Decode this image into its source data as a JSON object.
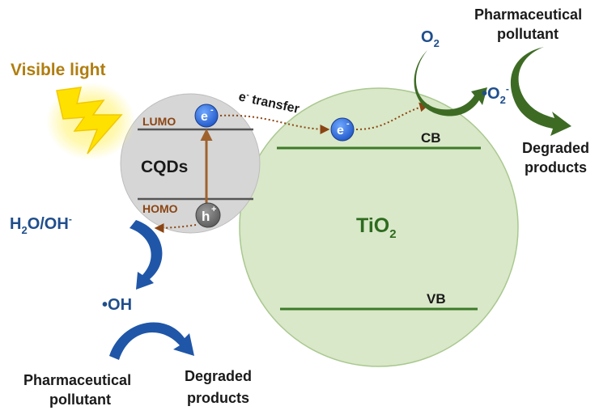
{
  "light": {
    "label": "Visible light",
    "color": "#b07d10"
  },
  "cqds": {
    "label": "CQDs",
    "lumo": "LUMO",
    "homo": "HOMO",
    "electron": "e",
    "electron_sup": "-",
    "hole": "h",
    "hole_sup": "+",
    "fill_color": "#d6d6d6"
  },
  "transfer": {
    "label_pre": "e",
    "label_sup": "-",
    "label_post": " transfer"
  },
  "tio2": {
    "label_main": "TiO",
    "label_sub": "2",
    "cb": "CB",
    "vb": "VB",
    "electron": "e",
    "electron_sup": "-",
    "fill_color": "#d9e8c8",
    "band_color": "#3d7a2a"
  },
  "oxygen_path": {
    "reactant_main": "O",
    "reactant_sub": "2",
    "radical_dot": "•",
    "radical_main": "O",
    "radical_sub": "2",
    "radical_sup": "-",
    "pollutant_line1": "Pharmaceutical",
    "pollutant_line2": "pollutant",
    "product_line1": "Degraded",
    "product_line2": "products",
    "arrow_color": "#3d6b24"
  },
  "hydroxyl_path": {
    "reactant": "H",
    "reactant_sub": "2",
    "reactant_rest": "O/OH",
    "reactant_sup": "-",
    "radical_dot": "•",
    "radical": "OH",
    "pollutant_line1": "Pharmaceutical",
    "pollutant_line2": "pollutant",
    "product_line1": "Degraded",
    "product_line2": "products",
    "arrow_color": "#1f56a8"
  }
}
